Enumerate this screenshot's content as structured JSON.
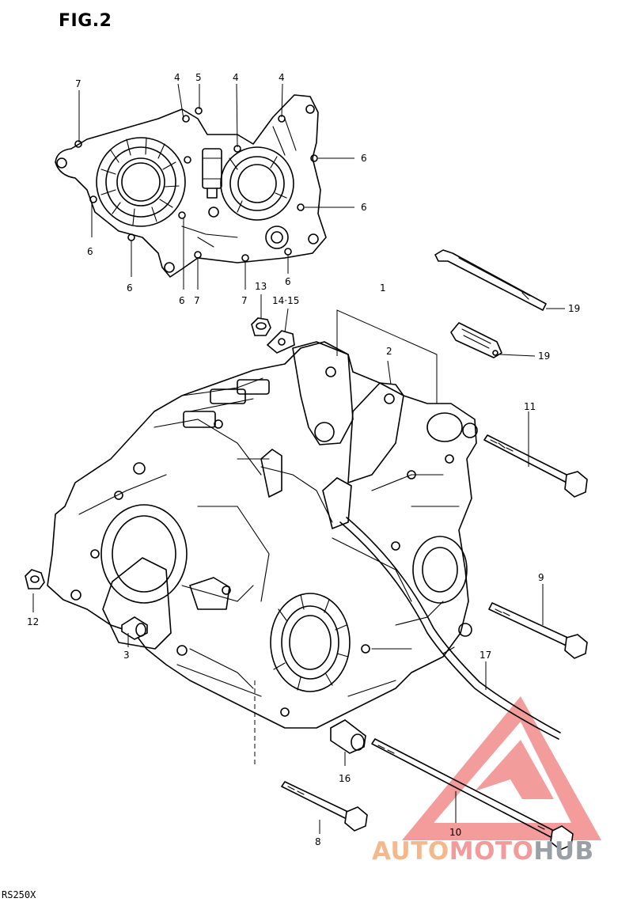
{
  "figure": {
    "title": "FIG.2",
    "model_code": "RS250X"
  },
  "watermark": {
    "part1": "AUTO",
    "part2": "MOTO",
    "part3": "HUB",
    "colors": {
      "triangle": "#f28b8b",
      "part1": "#f5b88c",
      "part2": "#f39a9a",
      "part3": "#9aa0a6"
    }
  },
  "callouts": {
    "c7a": "7",
    "c4a": "4",
    "c5": "5",
    "c4b": "4",
    "c4c": "4",
    "c6r1": "6",
    "c6r2": "6",
    "c6l": "6",
    "c6b1": "6",
    "c6b2": "6",
    "c6b3": "6",
    "c7b": "7",
    "c7c": "7",
    "c13": "13",
    "c1415": "14·15",
    "c1": "1",
    "c2": "2",
    "c19a": "19",
    "c19b": "19",
    "c11": "11",
    "c9": "9",
    "c12": "12",
    "c3": "3",
    "c17": "17",
    "c16": "16",
    "c10": "10",
    "c8": "8"
  }
}
